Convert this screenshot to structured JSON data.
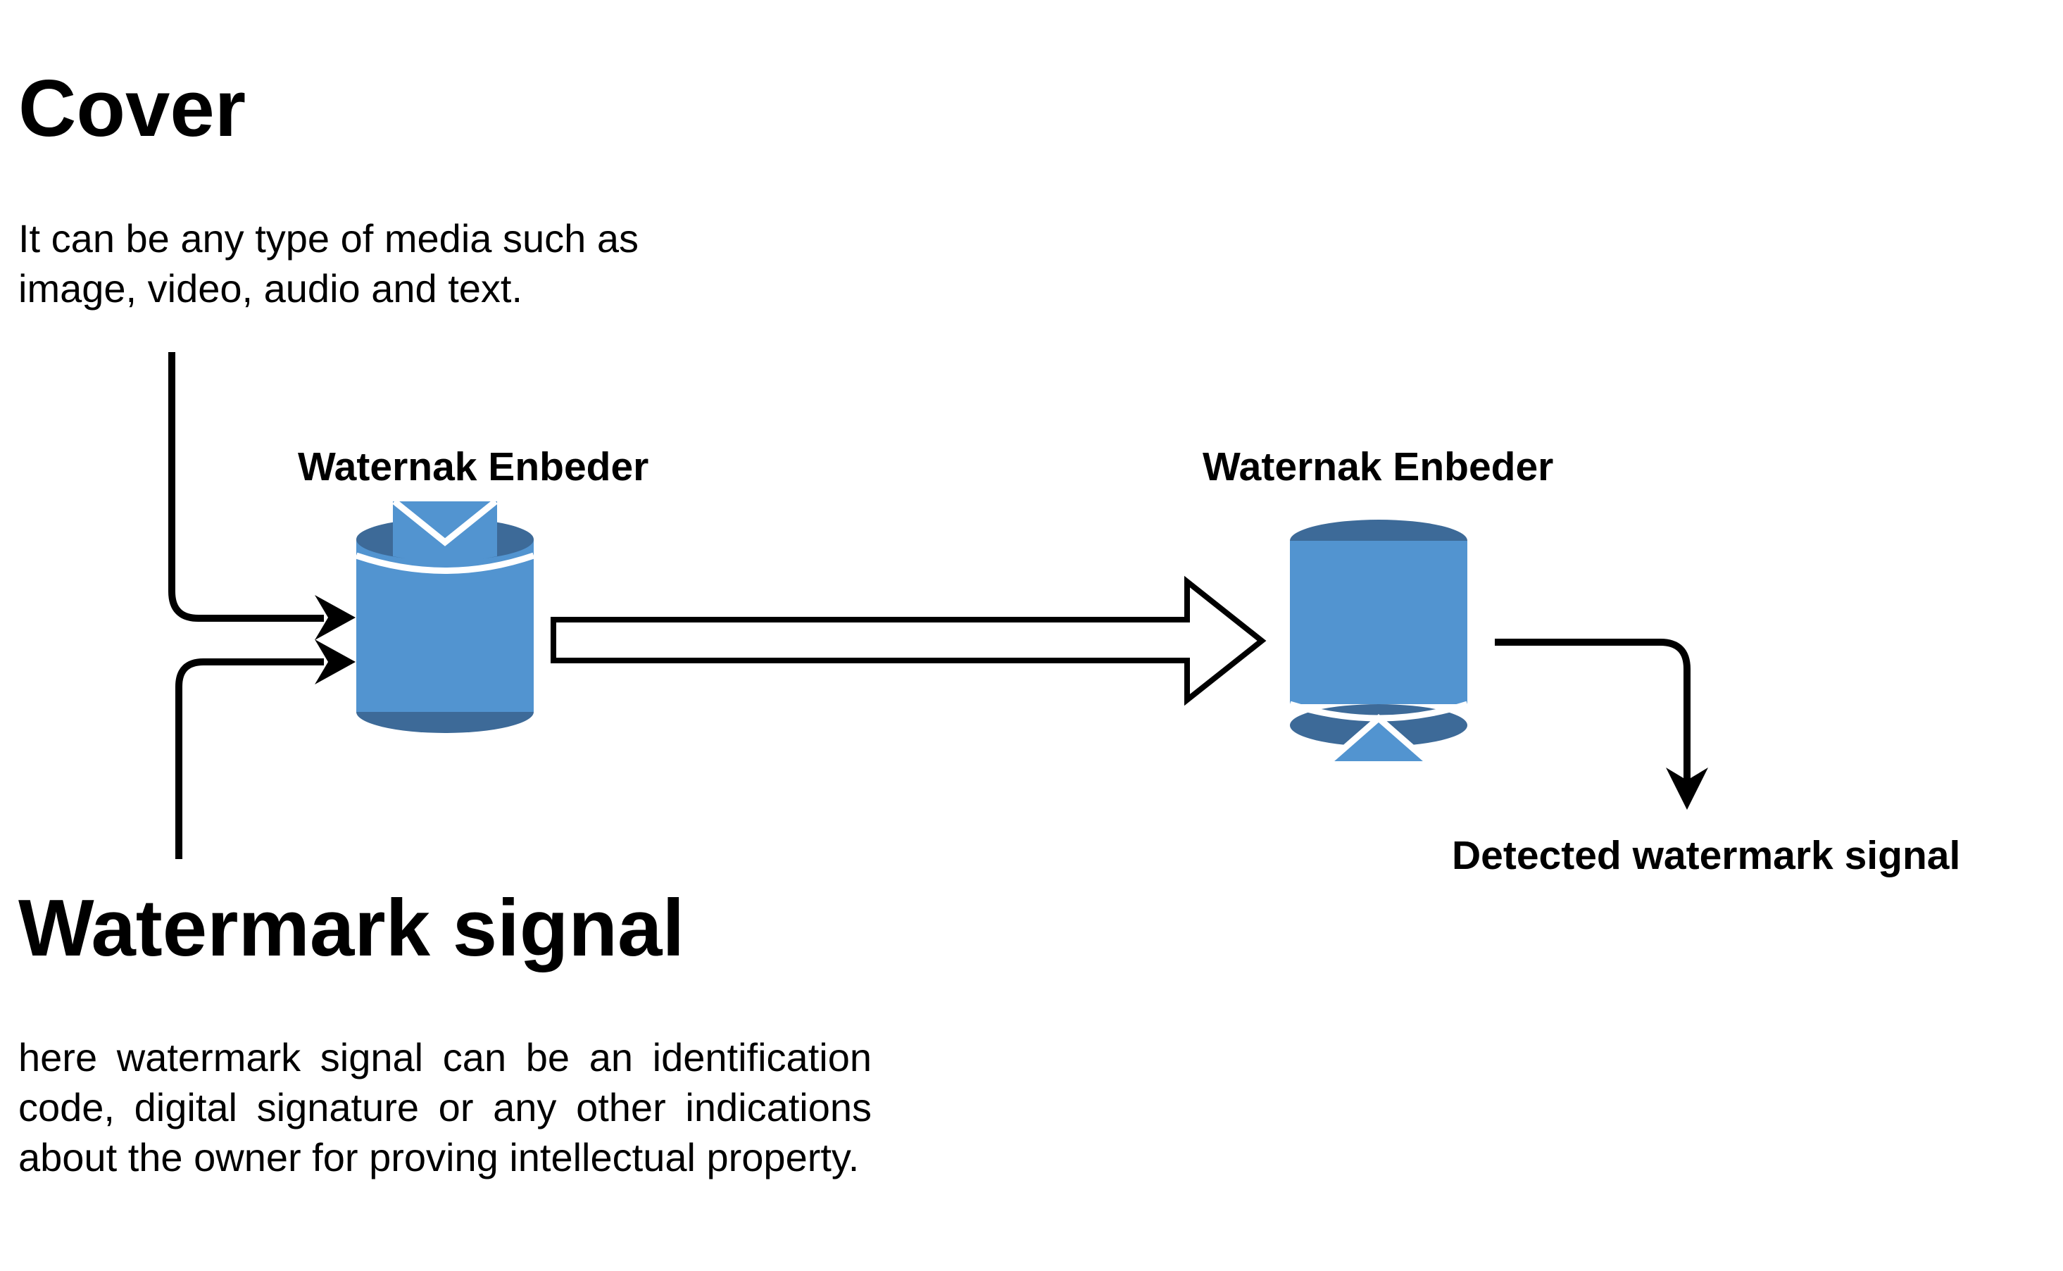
{
  "cover": {
    "title": "Cover",
    "description": "It can be any type of media such as image, video, audio and text."
  },
  "watermark": {
    "title": "Watermark signal",
    "description": "here watermark signal can be an identification code, digital signature or any other indications about the owner for proving intellectual property."
  },
  "embedder": {
    "label": "Waternak Enbeder"
  },
  "detector": {
    "label": "Waternak Enbeder"
  },
  "output": {
    "label": "Detected watermark signal"
  },
  "colors": {
    "cylinder_fill": "#5294d0",
    "cylinder_dark": "#3d6a98",
    "line": "#000000",
    "arrow_fill": "#ffffff"
  },
  "icons": {
    "embedder": "cylinder-down-arrow-icon",
    "detector": "cylinder-up-arrow-icon"
  }
}
